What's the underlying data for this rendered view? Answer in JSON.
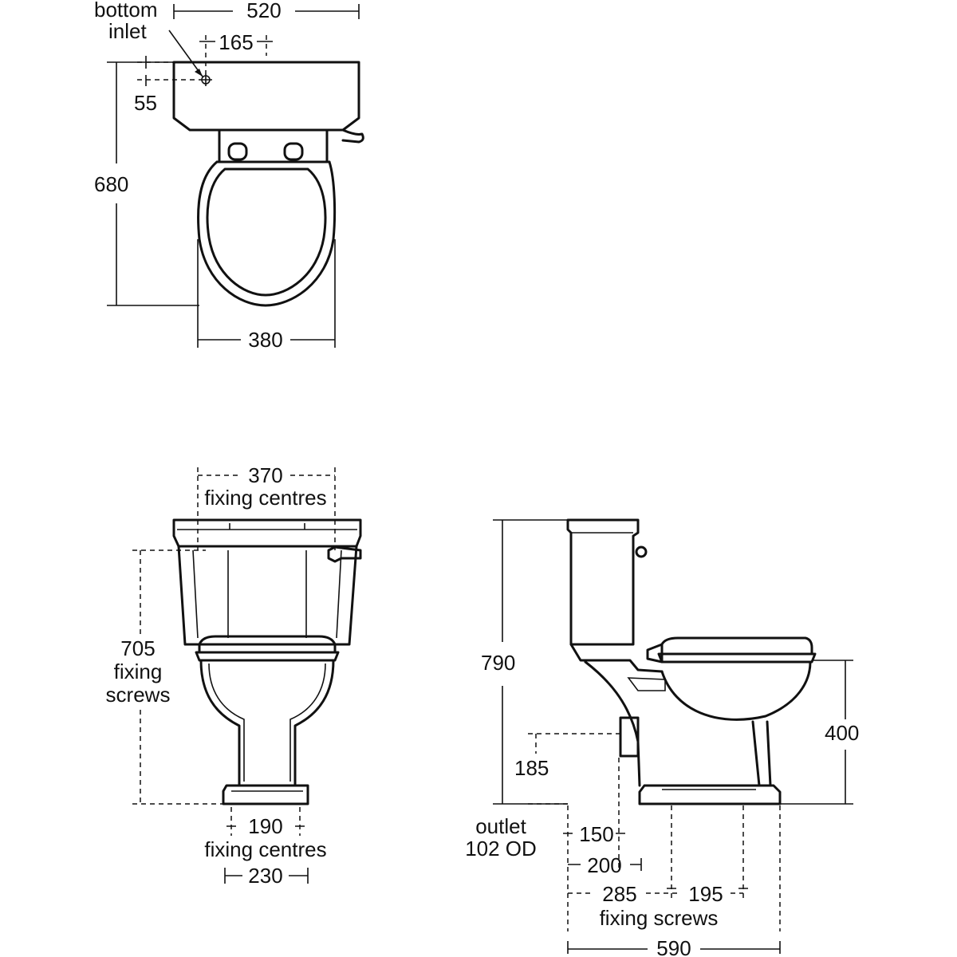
{
  "plan_view": {
    "bottom_inlet_line1": "bottom",
    "bottom_inlet_line2": "inlet",
    "width_overall": "520",
    "inlet_offset": "165",
    "inlet_depth": "55",
    "depth_overall": "680",
    "bowl_width": "380"
  },
  "front_view": {
    "fixing_centres_top_value": "370",
    "fixing_centres_top_label": "fixing centres",
    "fixing_screws_height_value": "705",
    "fixing_screws_height_line2": "fixing",
    "fixing_screws_height_line3": "screws",
    "base_fixing_centres_value": "190",
    "base_fixing_centres_label": "fixing centres",
    "base_width": "230"
  },
  "side_view": {
    "height_overall": "790",
    "seat_height": "400",
    "outlet_height": "185",
    "outlet_line1": "outlet",
    "outlet_line2": "102 OD",
    "outlet_offset": "150",
    "outlet_depth": "200",
    "fixing_screw_1": "285",
    "fixing_screw_2": "195",
    "fixing_screws_label": "fixing screws",
    "projection_overall": "590"
  }
}
